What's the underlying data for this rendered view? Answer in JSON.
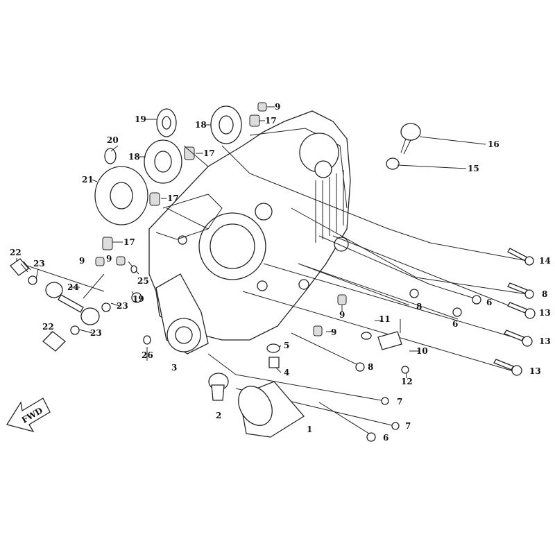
{
  "diagram": {
    "title": "Right crankcase exploded parts view",
    "fwd_label": "FWD",
    "callouts": {
      "c9a": "9",
      "c17a": "17",
      "c19a": "19",
      "c18a": "18",
      "c16": "16",
      "c20": "20",
      "c18b": "18",
      "c17b": "17",
      "c15": "15",
      "c21": "21",
      "c17c": "17",
      "c17d": "17",
      "c22a": "22",
      "c23a": "23",
      "c9b": "9",
      "c9c": "9",
      "c14": "14",
      "c25": "25",
      "c24": "24",
      "c19b": "19",
      "c23b": "23",
      "c8a": "8",
      "c8b": "8",
      "c6a": "6",
      "c13a": "13",
      "c9d": "9",
      "c6b": "6",
      "c22b": "22",
      "c23c": "23",
      "c11": "11",
      "c9e": "9",
      "c13b": "13",
      "c26": "26",
      "c5": "5",
      "c10": "10",
      "c3": "3",
      "c4": "4",
      "c8c": "8",
      "c13c": "13",
      "c12": "12",
      "c7a": "7",
      "c2": "2",
      "c7b": "7",
      "c1": "1",
      "c6c": "6"
    }
  }
}
